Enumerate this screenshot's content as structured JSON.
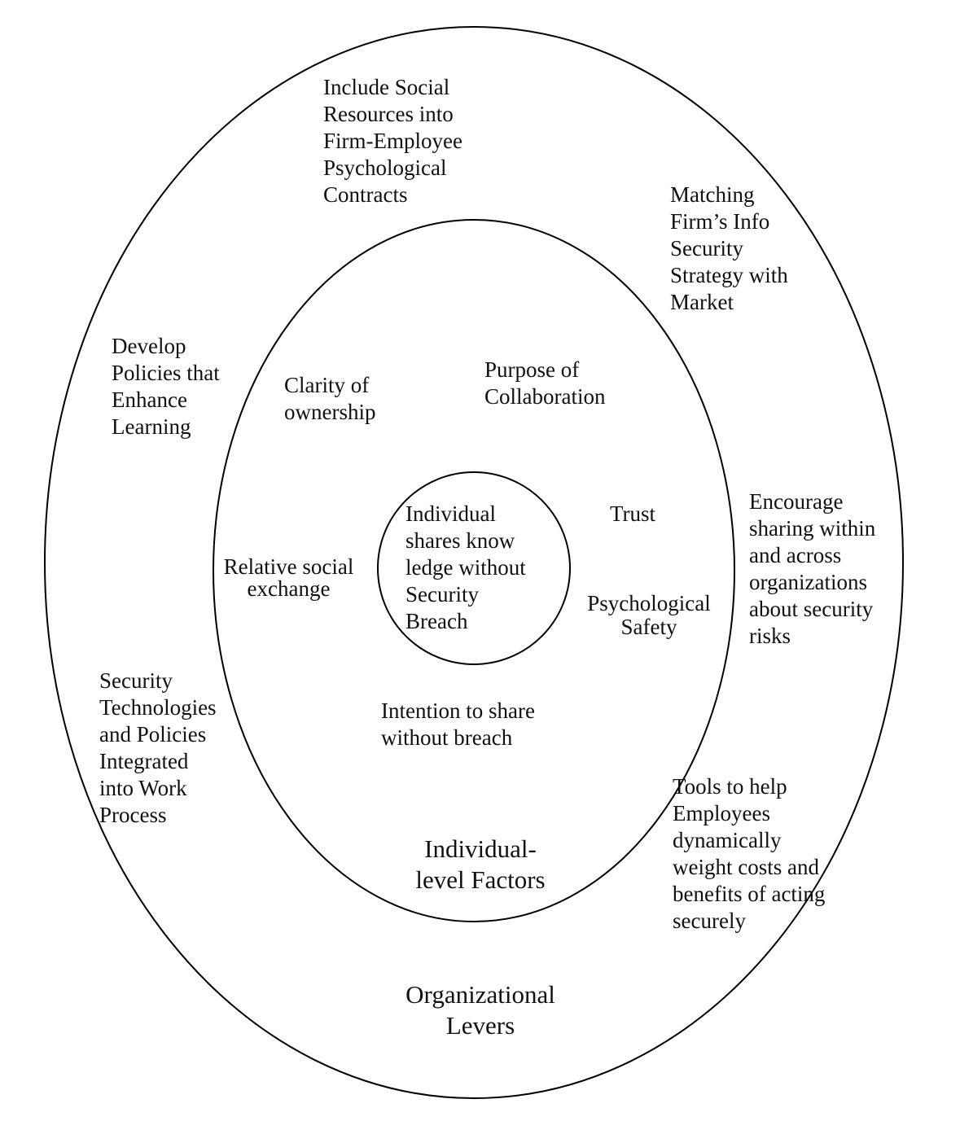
{
  "diagram": {
    "type": "concentric-ellipses",
    "stroke_color": "#000000",
    "text_color": "#111111",
    "background": "#ffffff",
    "rings": {
      "outer": {
        "title": "Organizational\nLevers",
        "items": [
          "Include Social\nResources into\nFirm-Employee\nPsychological\nContracts",
          "Matching\nFirm’s Info\nSecurity\nStrategy with\n Market",
          "Develop\nPolicies that\nEnhance\nLearning",
          "Encourage\nsharing within\nand across\norganizations\nabout security\nrisks",
          "Security\nTechnologies\nand Policies\nIntegrated\ninto Work\nProcess",
          "Tools to help\nEmployees\ndynamically\nweight costs and\nbenefits of acting\nsecurely"
        ]
      },
      "middle": {
        "title": "Individual-\nlevel Factors",
        "items": [
          "Clarity of\nownership",
          "Purpose of\nCollaboration",
          "Trust",
          "Relative social\nexchange",
          "Psychological\nSafety",
          "Intention to share\nwithout breach"
        ]
      },
      "core": {
        "text": "Individual\nshares know\nledge without\nSecurity\nBreach"
      }
    }
  }
}
